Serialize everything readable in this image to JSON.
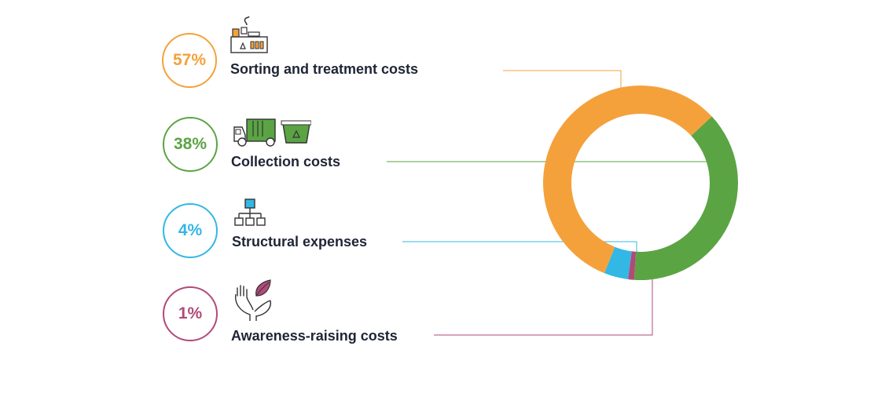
{
  "chart_data": {
    "type": "pie",
    "donut": true,
    "categories": [
      "Sorting and treatment costs",
      "Collection costs",
      "Structural expenses",
      "Awareness-raising costs"
    ],
    "values": [
      57,
      38,
      4,
      1
    ],
    "value_labels": [
      "57%",
      "38%",
      "4%",
      "1%"
    ],
    "colors": [
      "#f4a13c",
      "#5ba444",
      "#33b7e5",
      "#b14a78"
    ],
    "icons": [
      "sorting-facility-icon",
      "collection-truck-icon",
      "org-chart-icon",
      "hands-leaf-icon"
    ],
    "legend_placement": "left",
    "title": ""
  }
}
